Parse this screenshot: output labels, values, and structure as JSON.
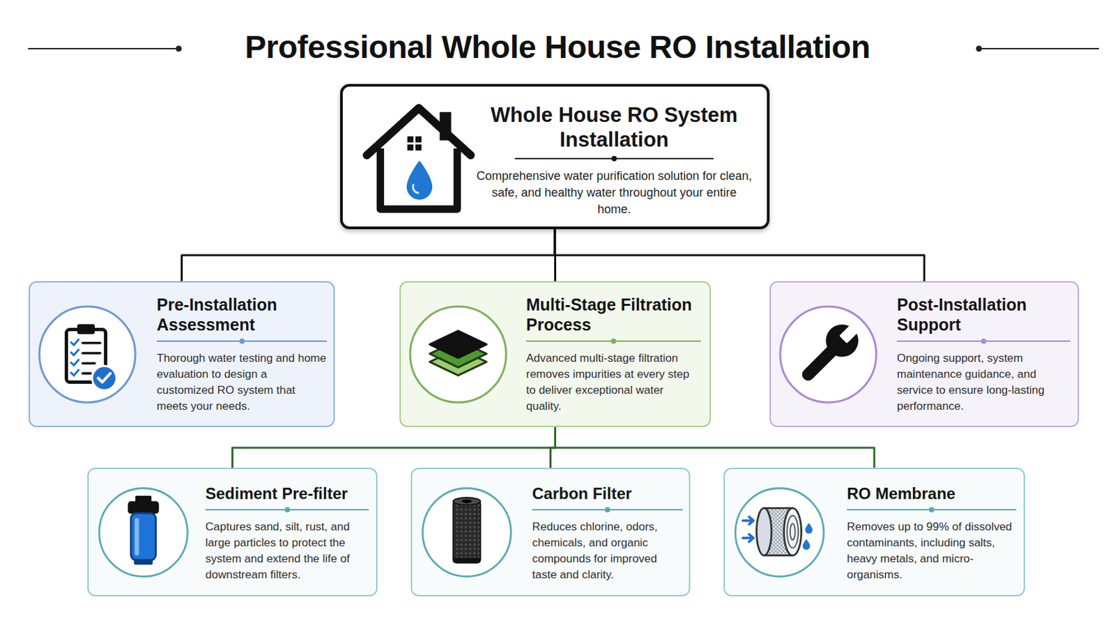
{
  "diagram": {
    "title": "Professional Whole House RO Installation",
    "nodes": [
      {
        "text": [
          "Whole House RO System Installation",
          "Comprehensive water purification solution for clean, safe, and healthy water throughout your entire home."
        ]
      },
      {
        "text": [
          "Pre-Installation Assessment",
          "Thorough water testing and home evaluation to design a customized RO system that meets your needs."
        ]
      },
      {
        "text": [
          "Multi-Stage Filtration Process",
          "Advanced multi-stage filtration removes impurities at every step to deliver exceptional water quality."
        ]
      },
      {
        "text": [
          "Post-Installation Support",
          "Ongoing support, system maintenance guidance, and service to ensure long-lasting performance."
        ]
      },
      {
        "text": [
          "Sediment Pre-filter",
          "Captures sand, silt, rust, and large particles to protect the system and extend the life of downstream filters."
        ]
      },
      {
        "text": [
          "Carbon Filter",
          "Reduces chlorine, odors, chemicals, and organic compounds for improved taste and clarity."
        ]
      },
      {
        "text": [
          "RO Membrane",
          "Removes up to 99% of dissolved contaminants, including salts, heavy metals, and micro-organisms."
        ]
      }
    ],
    "edges": [
      {
        "from": 0,
        "to": 1,
        "arrow": "none"
      },
      {
        "from": 0,
        "to": 2,
        "arrow": "none"
      },
      {
        "from": 0,
        "to": 3,
        "arrow": "none"
      },
      {
        "from": 2,
        "to": 4,
        "arrow": "none"
      },
      {
        "from": 2,
        "to": 5,
        "arrow": "none"
      },
      {
        "from": 2,
        "to": 6,
        "arrow": "none"
      }
    ]
  }
}
